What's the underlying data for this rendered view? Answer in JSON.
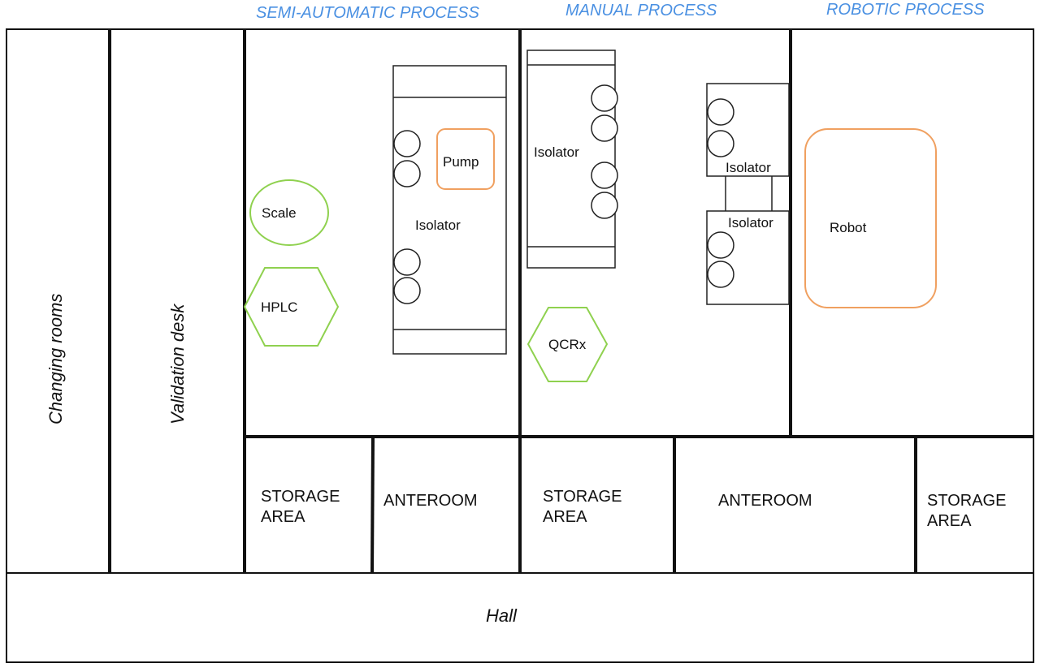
{
  "colors": {
    "process_label": "#4a90e2",
    "wall": "#111111",
    "green_equipment": "#8fd14f",
    "orange_equipment": "#f0a060"
  },
  "process_labels": {
    "semi_automatic": "SEMI-AUTOMATIC PROCESS",
    "manual": "MANUAL PROCESS",
    "robotic": "ROBOTIC PROCESS"
  },
  "rooms": {
    "changing_rooms": "Changing rooms",
    "validation_desk": "Validation desk",
    "hall": "Hall",
    "storage_1": [
      "STORAGE",
      "AREA"
    ],
    "anteroom_1": "ANTEROOM",
    "storage_2": [
      "STORAGE",
      "AREA"
    ],
    "anteroom_2": "ANTEROOM",
    "storage_3": [
      "STORAGE",
      "AREA"
    ]
  },
  "equipment": {
    "scale": "Scale",
    "hplc": "HPLC",
    "pump": "Pump",
    "isolator_semi": "Isolator",
    "isolator_manual": "Isolator",
    "qcrx": "QCRx",
    "isolator_manual_top": "Isolator",
    "isolator_manual_bottom": "Isolator",
    "robot": "Robot"
  }
}
